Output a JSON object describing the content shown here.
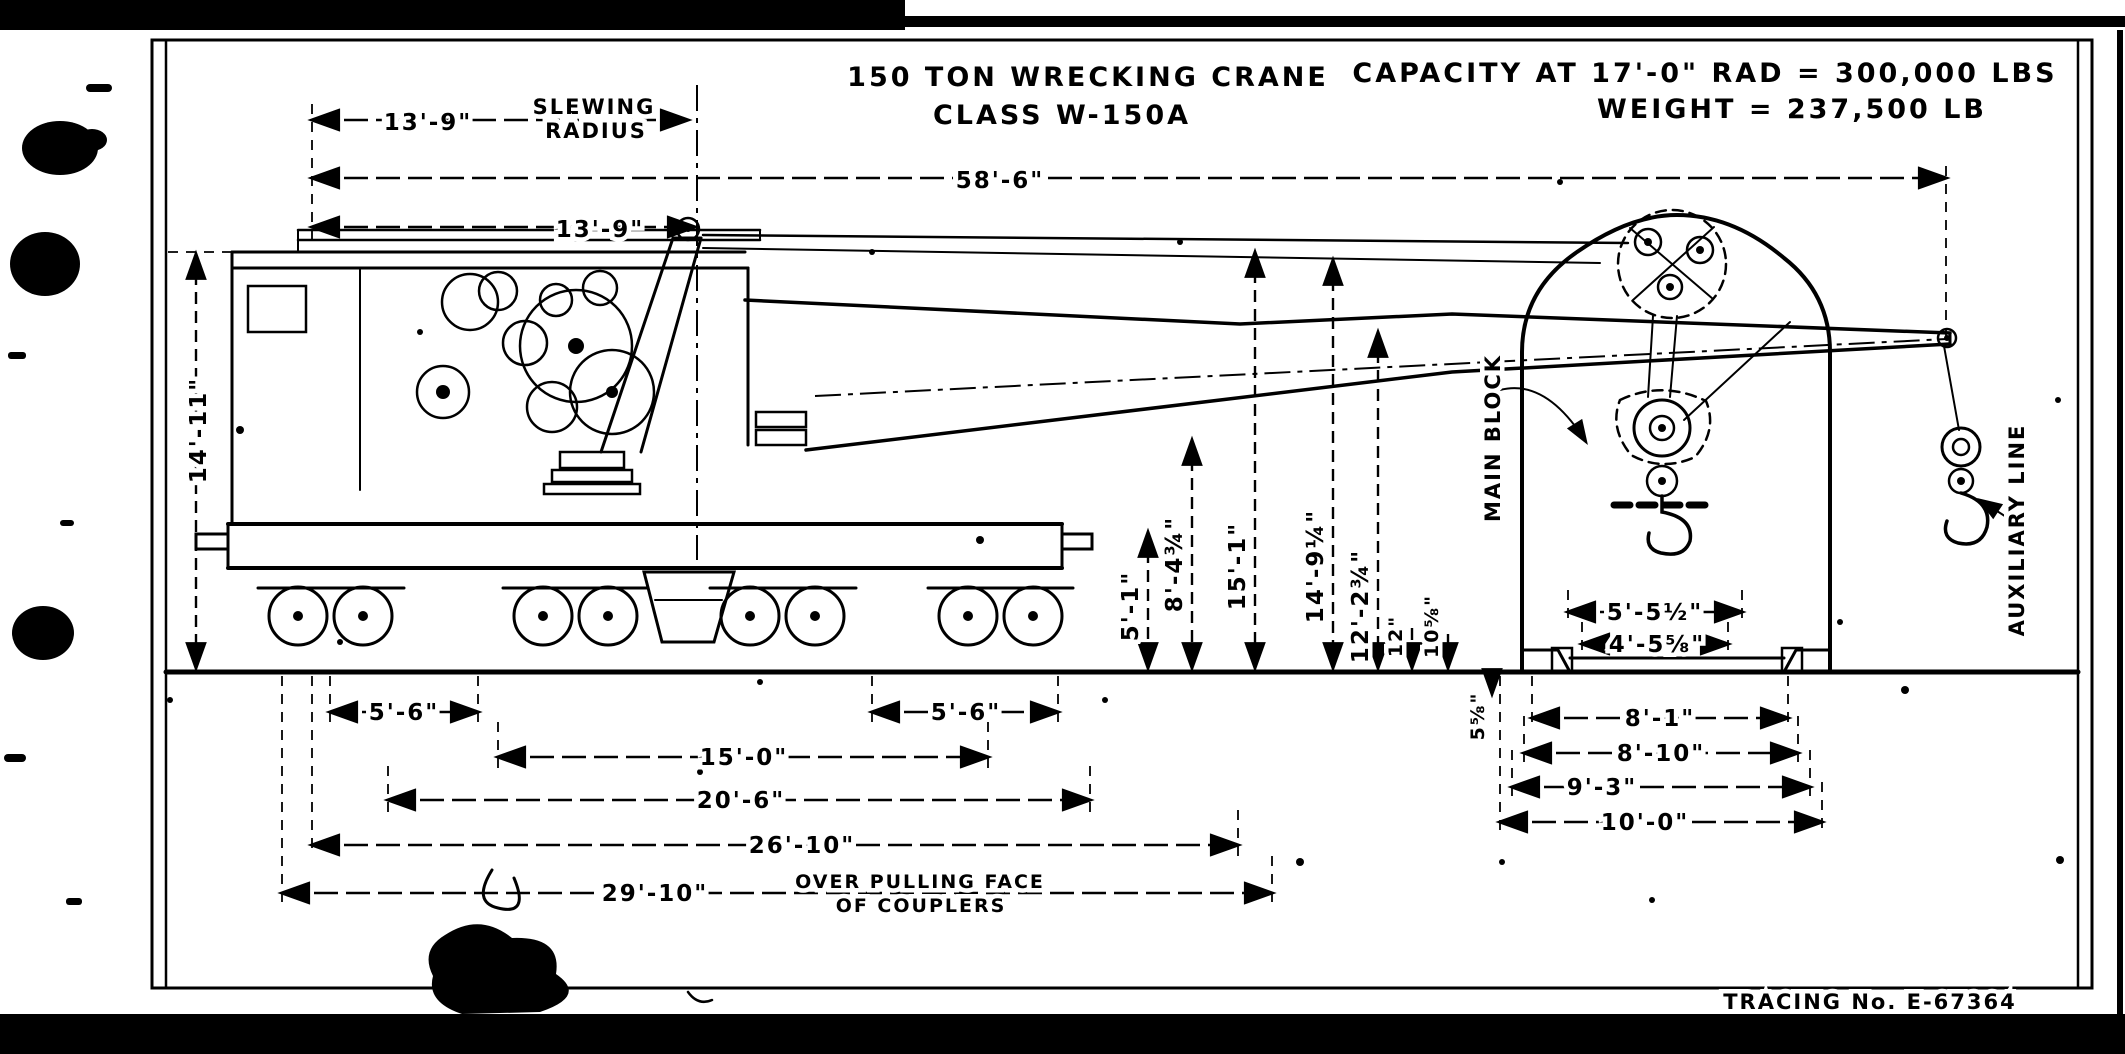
{
  "colors": {
    "ink": "#000000",
    "paper": "#ffffff"
  },
  "title": {
    "line1": "150 TON WRECKING CRANE",
    "line2": "CLASS W-150A"
  },
  "specs": {
    "capacity": "CAPACITY AT 17'-0\" RAD = 300,000 LBS",
    "weight": "WEIGHT  = 237,500 LB"
  },
  "annotations": {
    "slewing_line1": "SLEWING",
    "slewing_line2": "RADIUS",
    "main_block": "MAIN BLOCK",
    "auxiliary_line": "AUXILIARY LINE",
    "coupler_note_line1": "OVER PULLING FACE",
    "coupler_note_line2": "OF COUPLERS",
    "tracing_number": "TRACING No. E-67364"
  },
  "dimensions": {
    "slewing_radius": "13'-9\"",
    "overall_top": "58'-6\"",
    "tail_radius": "13'-9\"",
    "height_to_roof": "14'-11\"",
    "rail_to_deck": "5'-1\"",
    "rail_to_heel": "8'-4¾\"",
    "rail_to_pendant": "15'-1\"",
    "rail_to_boom_top": "14'-9¼\"",
    "rail_to_boom_chord": "12'-2¾\"",
    "clearance_12": "12\"",
    "clearance_10": "10⅝\"",
    "clearance_5": "5⅝\"",
    "block_width_upper": "5'-5½\"",
    "block_width_lower": "4'-5⅝\"",
    "body_width_1": "8'-1\"",
    "body_width_2": "8'-10\"",
    "body_width_3": "9'-3\"",
    "body_width_4": "10'-0\"",
    "truck_wheelbase_left": "5'-6\"",
    "truck_wheelbase_right": "5'-6\"",
    "truck_centers": "15'-0\"",
    "outer_axles": "20'-6\"",
    "over_end_sills": "26'-10\"",
    "over_couplers": "29'-10\""
  }
}
